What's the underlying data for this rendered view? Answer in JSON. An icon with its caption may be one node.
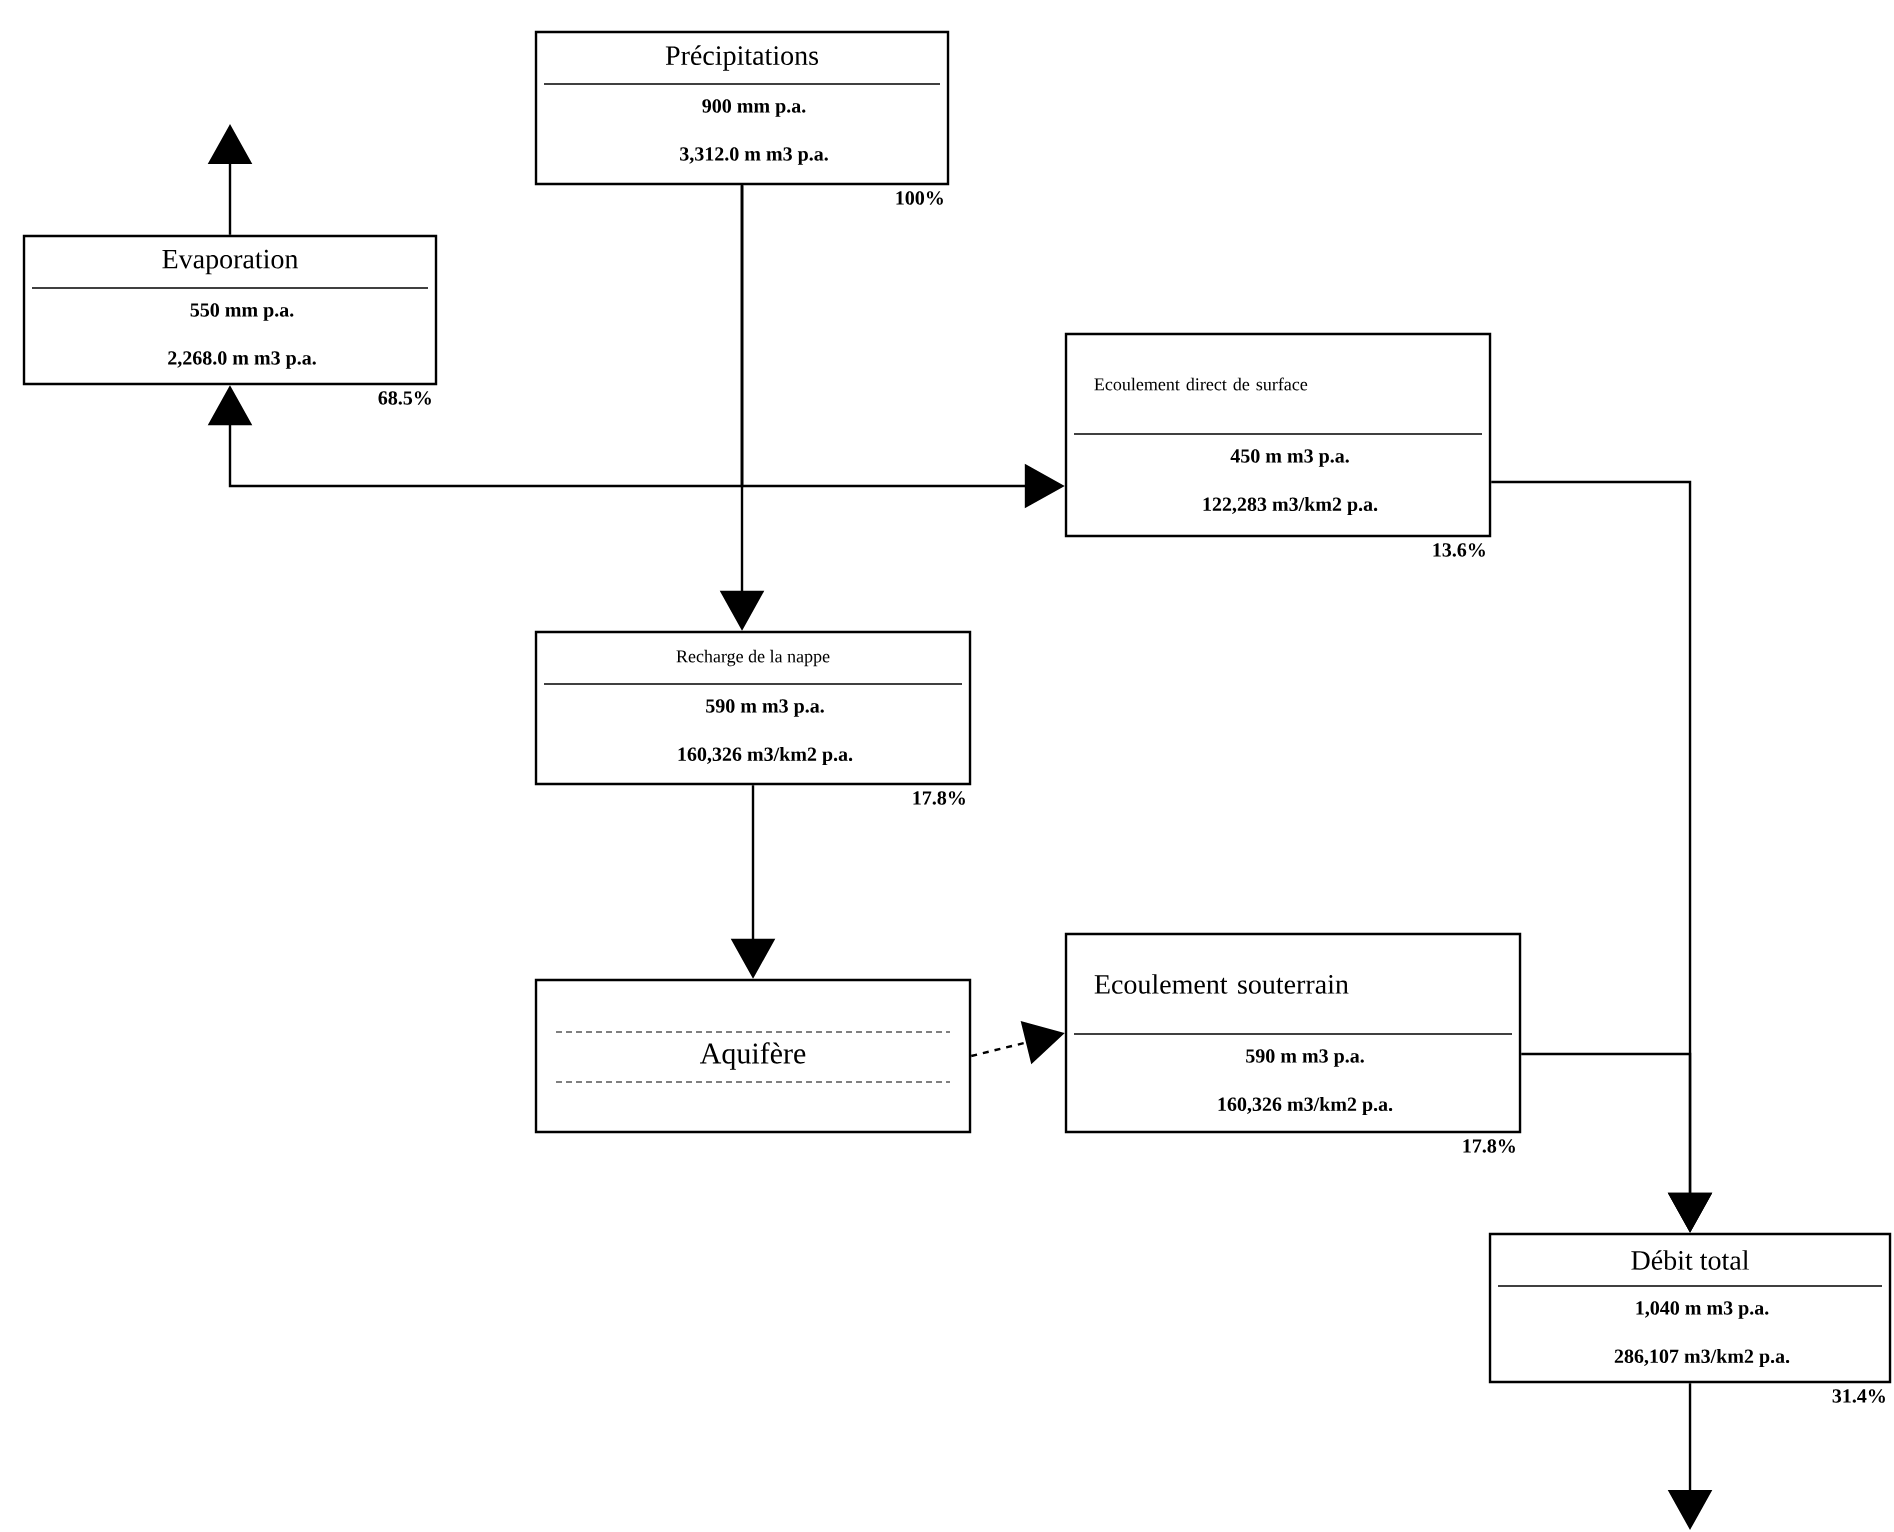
{
  "diagram": {
    "nodes": [
      {
        "text": [
          "Précipitations",
          "900 mm p.a.",
          "3,312.0 m m3 p.a."
        ],
        "beside": [
          "100%"
        ]
      },
      {
        "text": [
          "Evaporation",
          "550 mm p.a.",
          "2,268.0 m m3 p.a."
        ],
        "beside": [
          "68.5%"
        ]
      },
      {
        "text": [
          "Ecoulement direct de surface",
          "450 m m3 p.a.",
          "122,283 m3/km2 p.a."
        ],
        "beside": [
          "13.6%"
        ]
      },
      {
        "text": [
          "Recharge de la nappe",
          "590 m m3 p.a.",
          "160,326 m3/km2 p.a."
        ],
        "beside": [
          "17.8%"
        ]
      },
      {
        "text": [
          "Aquifère"
        ]
      },
      {
        "text": [
          "Ecoulement souterrain",
          "590 m m3 p.a.",
          "160,326 m3/km2 p.a."
        ],
        "beside": [
          "17.8%"
        ]
      },
      {
        "text": [
          "Débit total",
          "1,040 m m3 p.a.",
          "286,107 m3/km2 p.a."
        ],
        "beside": [
          "31.4%"
        ]
      }
    ],
    "edges": [
      {
        "from": 0,
        "to": 1,
        "arrow": "to"
      },
      {
        "from": 0,
        "to": 2,
        "arrow": "to"
      },
      {
        "from": 0,
        "to": 3,
        "arrow": "to"
      },
      {
        "from": 1,
        "to": null,
        "arrow": "to"
      },
      {
        "from": 3,
        "to": 4,
        "arrow": "to"
      },
      {
        "from": 4,
        "to": 5,
        "arrow": "to",
        "style": "dashed"
      },
      {
        "from": 2,
        "to": 6,
        "arrow": "to"
      },
      {
        "from": 5,
        "to": 6,
        "arrow": "to"
      },
      {
        "from": 6,
        "to": null,
        "arrow": "to"
      }
    ]
  }
}
